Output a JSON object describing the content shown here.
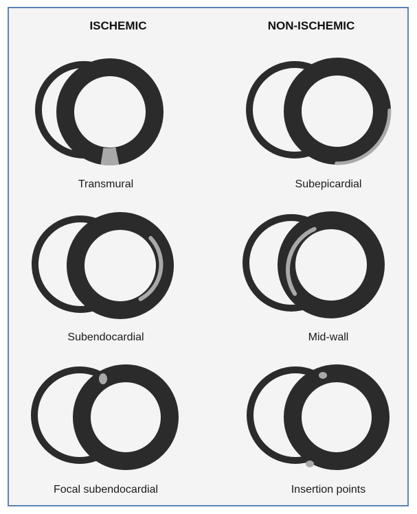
{
  "columns": {
    "left_title": "ISCHEMIC",
    "right_title": "NON-ISCHEMIC"
  },
  "panels": [
    {
      "label": "Transmural",
      "enhancement": "transmural"
    },
    {
      "label": "Subepicardial",
      "enhancement": "subepicardial"
    },
    {
      "label": "Subendocardial",
      "enhancement": "subendocardial"
    },
    {
      "label": "Mid-wall",
      "enhancement": "mid-wall"
    },
    {
      "label": "Focal subendocardial",
      "enhancement": "focal-subendocardial"
    },
    {
      "label": "Insertion points",
      "enhancement": "insertion-points"
    }
  ],
  "colors": {
    "frame_border": "#5b82b8",
    "background": "#f4f4f4",
    "myocardium": "#2b2b2b",
    "enhancement": "#a9a9a9"
  }
}
